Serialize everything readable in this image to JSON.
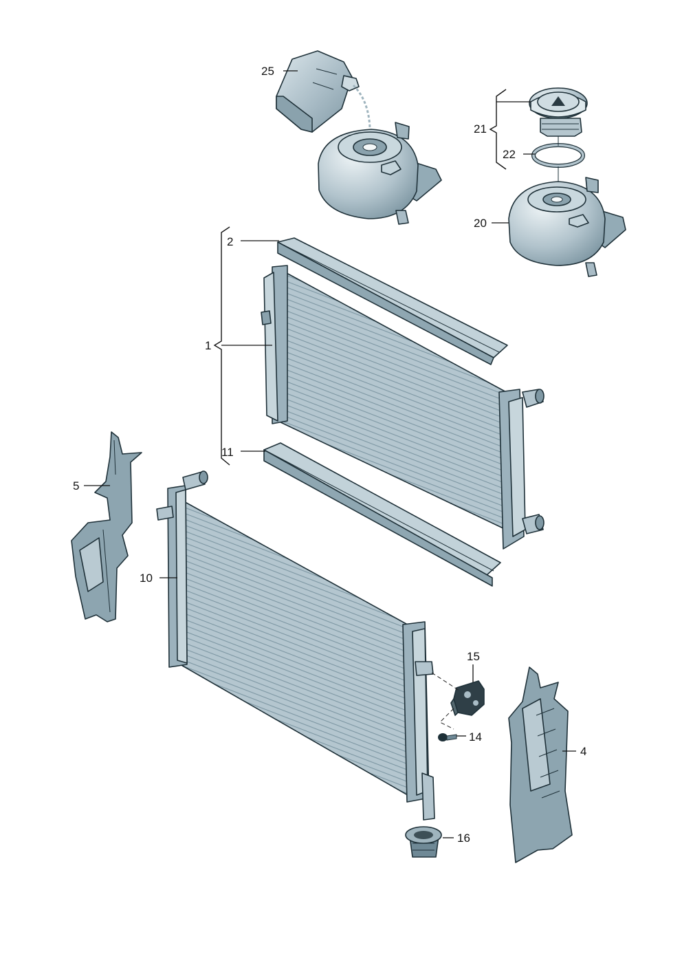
{
  "colors": {
    "part_fill": "#a9bcc6",
    "part_light": "#d3dfe5",
    "part_dark": "#6f8996",
    "outline": "#1e3038",
    "label": "#111111",
    "background": "#ffffff"
  },
  "labels": {
    "l25": "25",
    "l21": "21",
    "l22": "22",
    "l20": "20",
    "l2": "2",
    "l1": "1",
    "l11": "11",
    "l5": "5",
    "l10": "10",
    "l15": "15",
    "l14": "14",
    "l4": "4",
    "l16": "16"
  }
}
